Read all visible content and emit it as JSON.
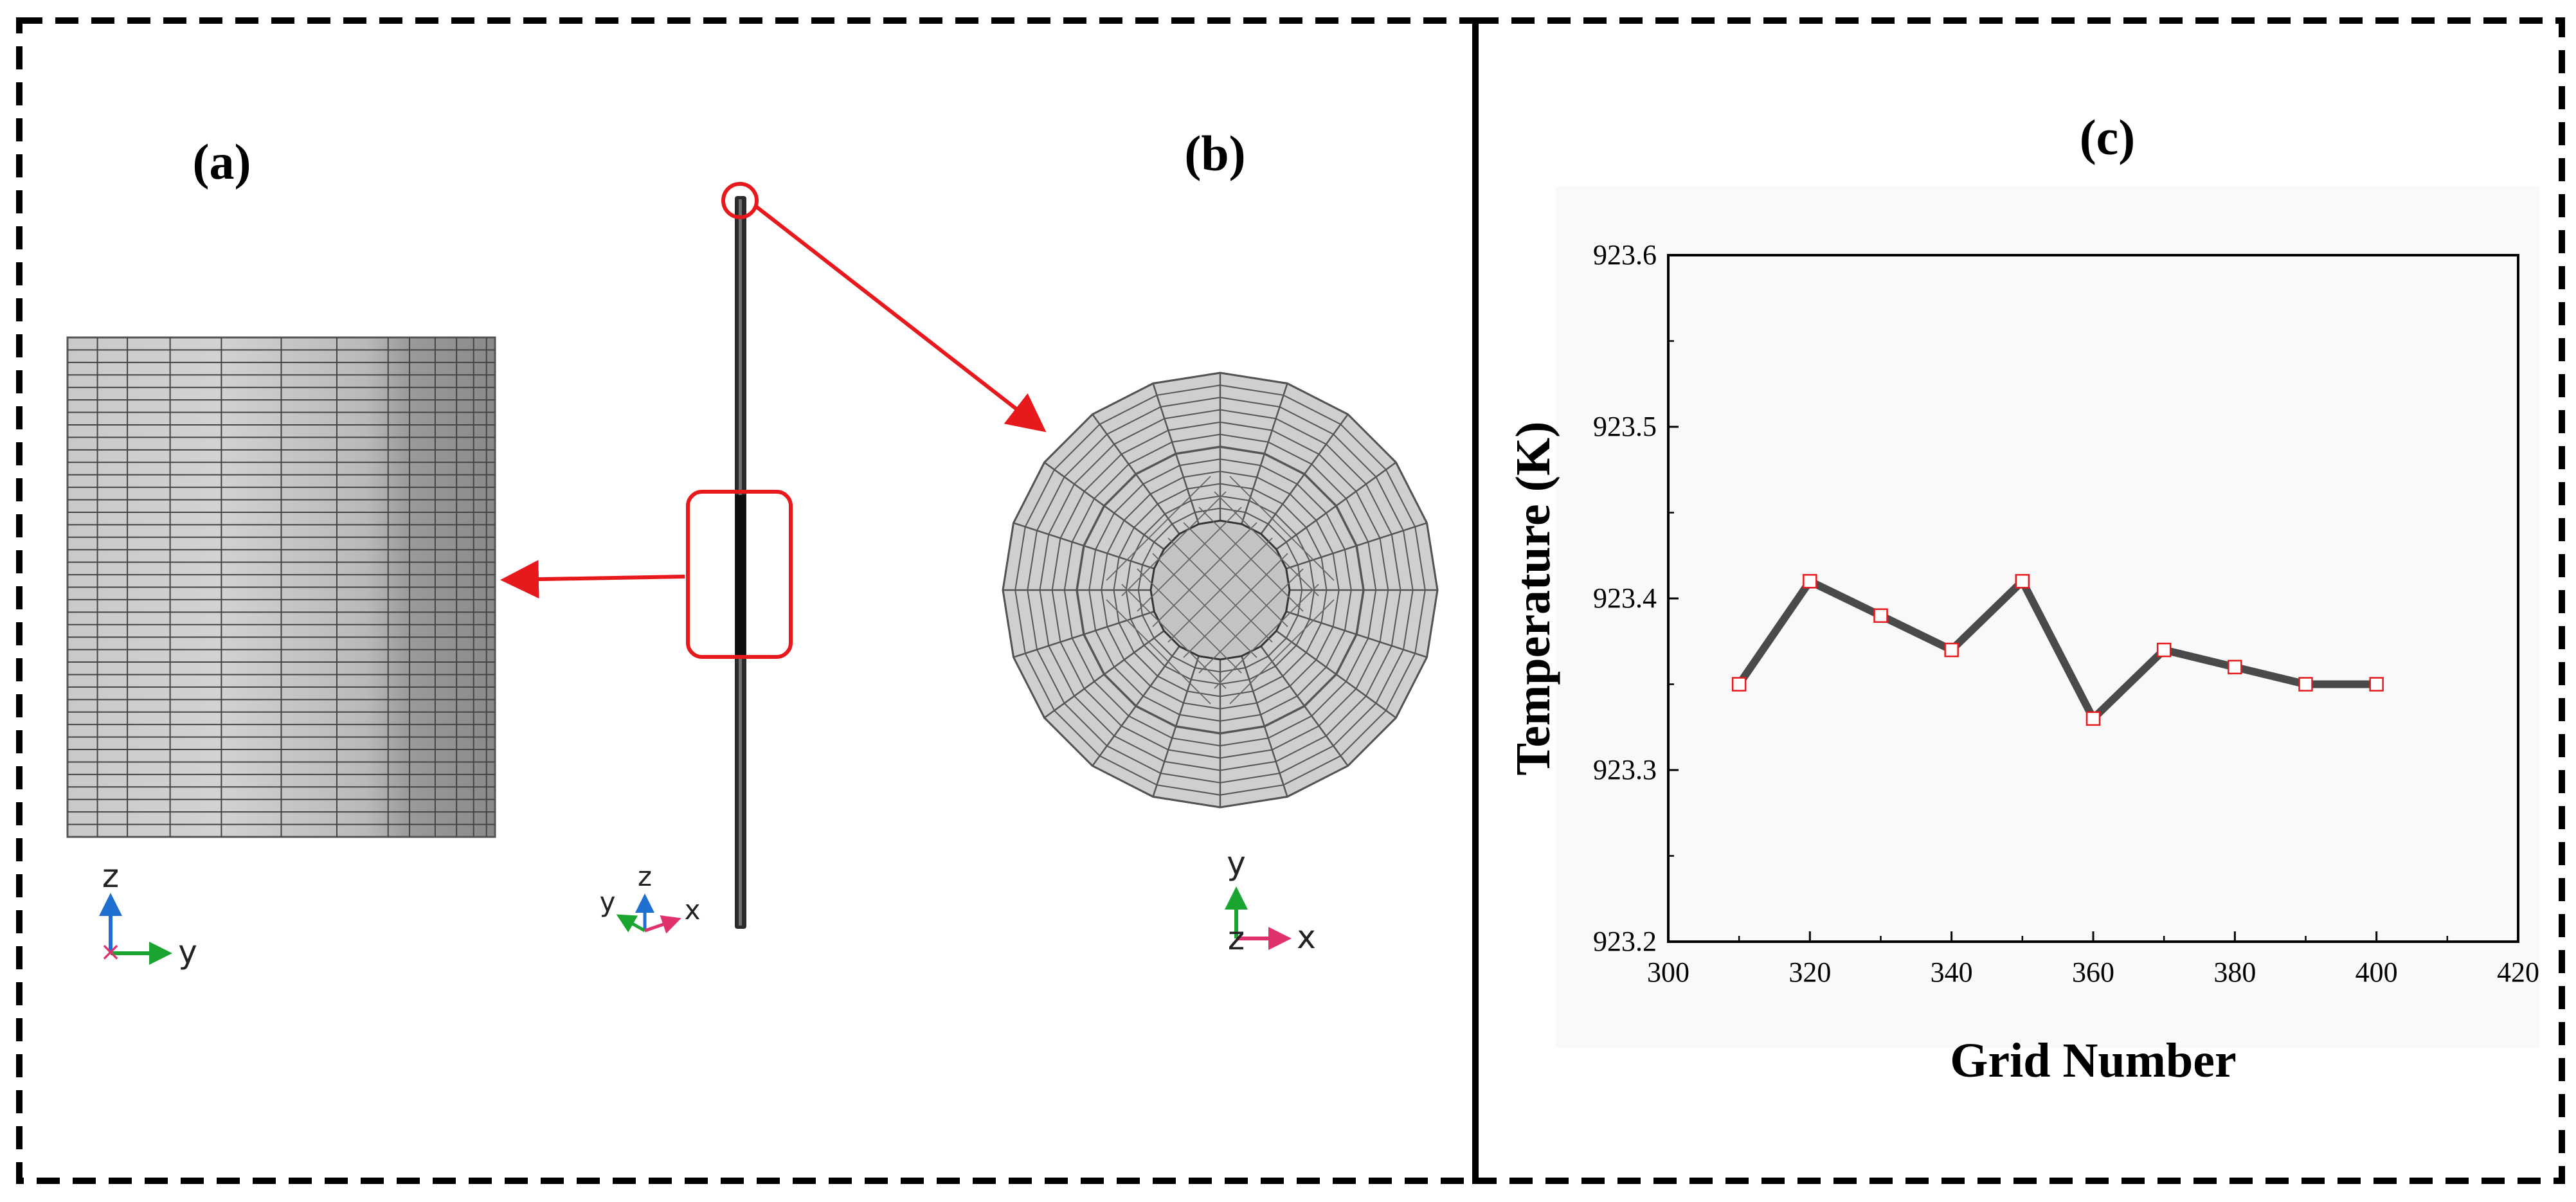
{
  "panels": {
    "a": {
      "label": "(a)"
    },
    "b": {
      "label": "(b)"
    },
    "c": {
      "label": "(c)"
    }
  },
  "triads": {
    "side_view": {
      "vertical": "z",
      "horizontal": "y",
      "out_of_plane": "x"
    },
    "iso_view": {
      "vertical": "z",
      "left": "y",
      "right": "x"
    },
    "top_view": {
      "vertical": "y",
      "horizontal": "x",
      "out_of_plane": "z"
    }
  },
  "colors": {
    "callout_red": "#e8191c",
    "mesh_fill": "#cfcfcf",
    "mesh_dark": "#8a8a8a",
    "line_series": "#4a4a4a",
    "marker_edge": "#e8191c",
    "frame_dash": "#000000"
  },
  "chart_data": {
    "type": "line",
    "title": "",
    "xlabel": "Grid Number",
    "ylabel": "Temperature (K)",
    "xlim": [
      300,
      420
    ],
    "ylim": [
      923.2,
      923.6
    ],
    "xticks": [
      "300",
      "320",
      "340",
      "360",
      "380",
      "400",
      "420"
    ],
    "yticks": [
      "923.2",
      "923.3",
      "923.4",
      "923.5",
      "923.6"
    ],
    "x": [
      310,
      320,
      330,
      340,
      350,
      360,
      370,
      380,
      390,
      400
    ],
    "series": [
      {
        "values": [
          923.35,
          923.41,
          923.39,
          923.37,
          923.41,
          923.33,
          923.37,
          923.36,
          923.35,
          923.35
        ]
      }
    ],
    "legend": "none",
    "grid": false
  }
}
